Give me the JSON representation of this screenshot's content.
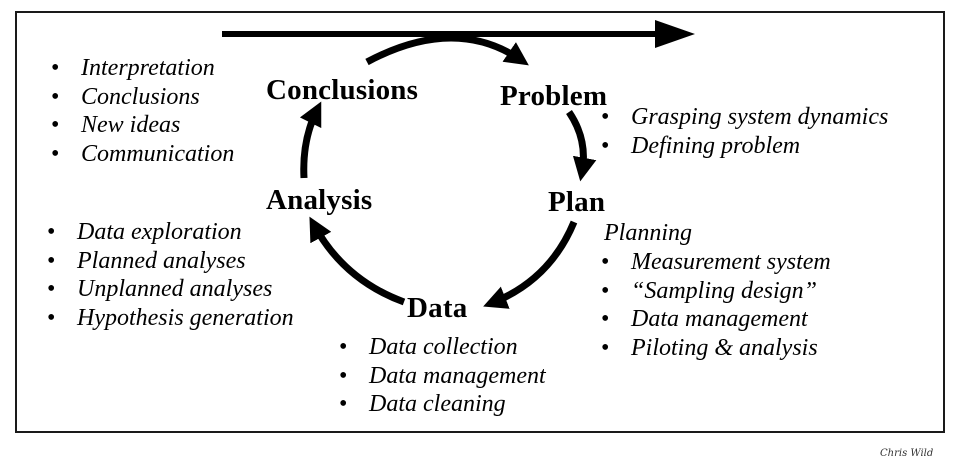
{
  "stages": {
    "problem": "Problem",
    "plan": "Plan",
    "data": "Data",
    "analysis": "Analysis",
    "conclusions": "Conclusions"
  },
  "lists": {
    "conclusions": [
      "Interpretation",
      "Conclusions",
      "New ideas",
      "Communication"
    ],
    "problem": [
      "Grasping system dynamics",
      "Defining problem"
    ],
    "plan_heading": "Planning",
    "plan": [
      "Measurement system",
      "“Sampling design”",
      "Data management",
      "Piloting & analysis"
    ],
    "analysis": [
      "Data exploration",
      "Planned analyses",
      "Unplanned analyses",
      "Hypothesis generation"
    ],
    "data": [
      "Data collection",
      "Data management",
      "Data cleaning"
    ]
  },
  "signature": "Chris Wild",
  "colors": {
    "ink": "#000000",
    "frame": "#1a1a1a",
    "background": "#ffffff"
  }
}
